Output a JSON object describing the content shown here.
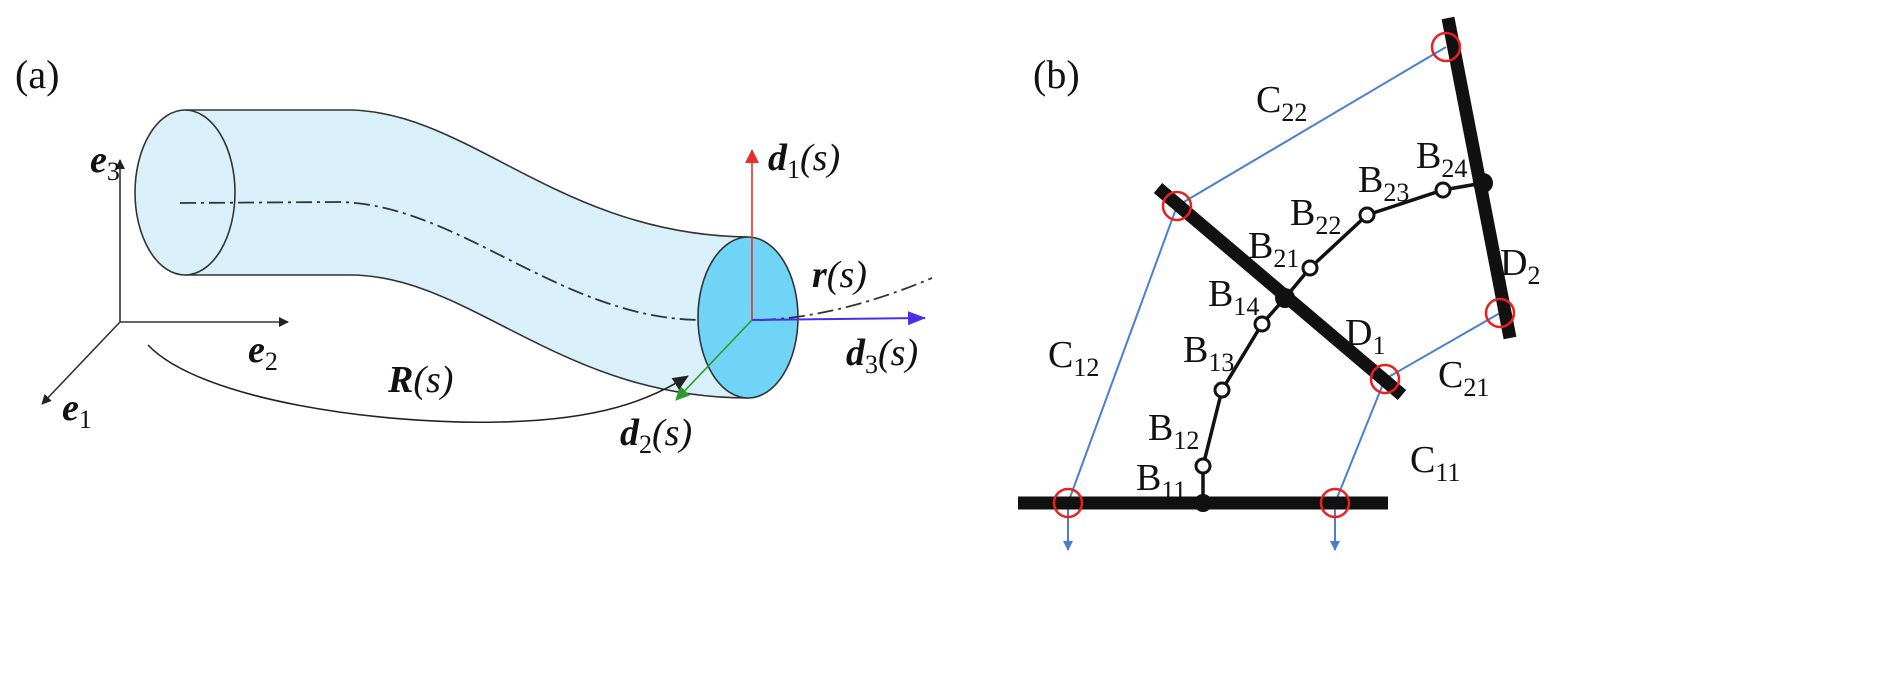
{
  "panel_a": {
    "label": "(a)",
    "axes": {
      "e1": {
        "base": "e",
        "sub": "1"
      },
      "e2": {
        "base": "e",
        "sub": "2"
      },
      "e3": {
        "base": "e",
        "sub": "3"
      }
    },
    "vectors": {
      "d1": {
        "base": "d",
        "sub": "1",
        "arg": "(s)",
        "color": "#e8302a"
      },
      "d2": {
        "base": "d",
        "sub": "2",
        "arg": "(s)",
        "color": "#2a9a2a"
      },
      "d3": {
        "base": "d",
        "sub": "3",
        "arg": "(s)",
        "color": "#4b2ee8"
      },
      "r": {
        "base": "r",
        "arg": "(s)"
      },
      "R": {
        "base": "R",
        "arg": "(s)"
      }
    },
    "colors": {
      "tube": "#d9f0fa",
      "end_face": "#6fd4f6"
    }
  },
  "panel_b": {
    "label": "(b)",
    "bars": {
      "D1": {
        "base": "D",
        "sub": "1"
      },
      "D2": {
        "base": "D",
        "sub": "2"
      }
    },
    "cables": {
      "C11": {
        "base": "C",
        "sub": "11"
      },
      "C12": {
        "base": "C",
        "sub": "12"
      },
      "C21": {
        "base": "C",
        "sub": "21"
      },
      "C22": {
        "base": "C",
        "sub": "22"
      }
    },
    "joints": {
      "B11": {
        "base": "B",
        "sub": "11"
      },
      "B12": {
        "base": "B",
        "sub": "12"
      },
      "B13": {
        "base": "B",
        "sub": "13"
      },
      "B14": {
        "base": "B",
        "sub": "14"
      },
      "B21": {
        "base": "B",
        "sub": "21"
      },
      "B22": {
        "base": "B",
        "sub": "22"
      },
      "B23": {
        "base": "B",
        "sub": "23"
      },
      "B24": {
        "base": "B",
        "sub": "24"
      }
    },
    "colors": {
      "cable": "#4a7fd0",
      "anchor": "#e82020",
      "bar": "#111111"
    }
  }
}
